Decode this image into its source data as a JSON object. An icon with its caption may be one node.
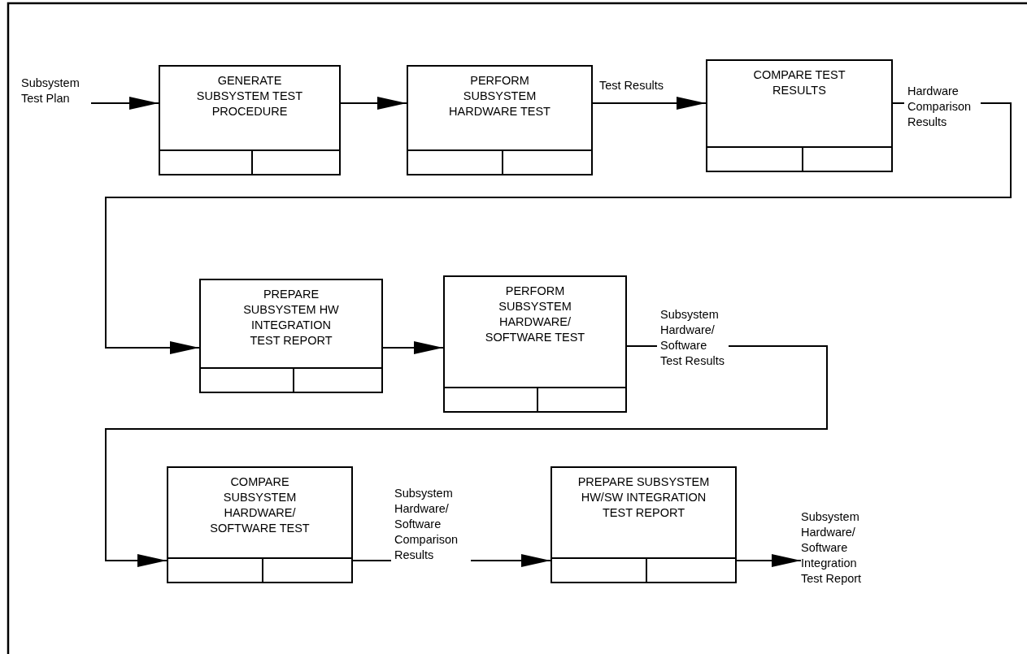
{
  "diagram": {
    "nodes": [
      {
        "text": [
          "Subsystem Test Plan"
        ]
      },
      {
        "text": [
          "GENERATE SUBSYSTEM TEST PROCEDURE"
        ]
      },
      {
        "text": [
          "PERFORM SUBSYSTEM HARDWARE TEST"
        ]
      },
      {
        "text": [
          "COMPARE TEST RESULTS"
        ]
      },
      {
        "text": [
          "PREPARE SUBSYSTEM HW INTEGRATION TEST REPORT"
        ]
      },
      {
        "text": [
          "PERFORM SUBSYSTEM HARDWARE/ SOFTWARE TEST"
        ]
      },
      {
        "text": [
          "COMPARE SUBSYSTEM HARDWARE/ SOFTWARE TEST"
        ]
      },
      {
        "text": [
          "PREPARE SUBSYSTEM HW/SW INTEGRATION TEST REPORT"
        ]
      },
      {
        "text": [
          "Subsystem Hardware/ Software Integration Test Report"
        ]
      }
    ],
    "edges": [
      {
        "from": 0,
        "to": 1,
        "arrow": "to"
      },
      {
        "from": 1,
        "to": 2,
        "arrow": "to"
      },
      {
        "from": 2,
        "to": 3,
        "arrow": "to",
        "label": "Test Results"
      },
      {
        "from": 3,
        "to": 4,
        "arrow": "to",
        "label": "Hardware Comparison Results"
      },
      {
        "from": 4,
        "to": 5,
        "arrow": "to"
      },
      {
        "from": 5,
        "to": 6,
        "arrow": "to",
        "label": "Subsystem Hardware/ Software Test Results"
      },
      {
        "from": 6,
        "to": 7,
        "arrow": "to",
        "label": "Subsystem Hardware/ Software Comparison Results"
      },
      {
        "from": 7,
        "to": 8,
        "arrow": "to"
      }
    ]
  }
}
